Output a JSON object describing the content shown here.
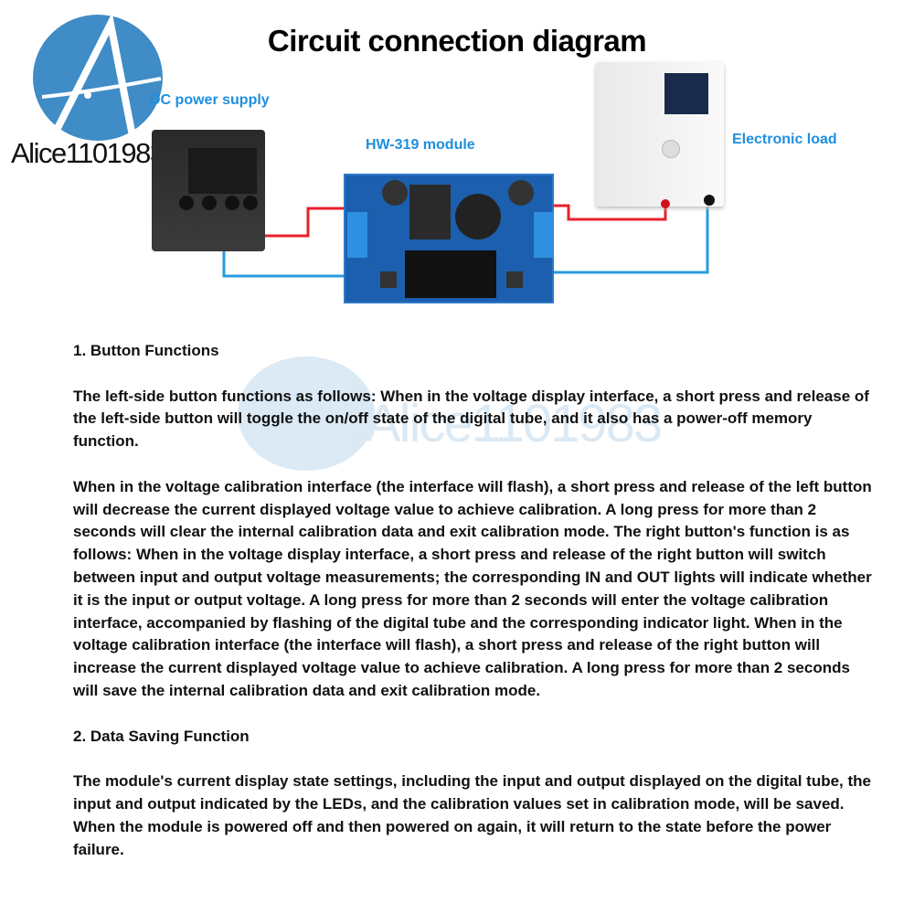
{
  "title": "Circuit connection diagram",
  "watermark": "Alice1101983",
  "labels": {
    "dc_power_supply": "DC power supply",
    "module": "HW-319 module",
    "electronic_load": "Electronic load"
  },
  "colors": {
    "label": "#1e8fe0",
    "positive_wire": "#e8202a",
    "negative_wire": "#2a9be0",
    "logo": "#3f8cc6"
  },
  "sections": [
    {
      "heading": "1. Button Functions",
      "paragraphs": [
        "The left-side button functions as follows: When in the voltage display interface, a short press and release of the left-side button will toggle the on/off state of the digital tube, and it also has a power-off memory function.",
        "When in the voltage calibration interface (the interface will flash), a short press and release of the left button will decrease the current displayed voltage value to achieve calibration. A long press for more than 2 seconds will clear the internal calibration data and exit calibration mode. The right button's function is as follows: When in the voltage display interface, a short press and release of the right button will switch between input and output voltage measurements; the corresponding IN and OUT lights will indicate whether it is the input or output voltage. A long press for more than 2 seconds will enter the voltage calibration interface, accompanied by flashing of the digital tube and the corresponding indicator light. When in the voltage calibration interface (the interface will flash), a short press and release of the right button will increase the current displayed voltage value to achieve calibration. A long press for more than 2 seconds will save the internal calibration data and exit calibration mode."
      ]
    },
    {
      "heading": "2. Data Saving Function",
      "paragraphs": [
        "The module's current display state settings, including the input and output displayed on the digital tube, the input and output indicated by the LEDs, and the calibration values set in calibration mode, will be saved. When the module is powered off and then powered on again, it will return to the state before the power failure."
      ]
    }
  ]
}
